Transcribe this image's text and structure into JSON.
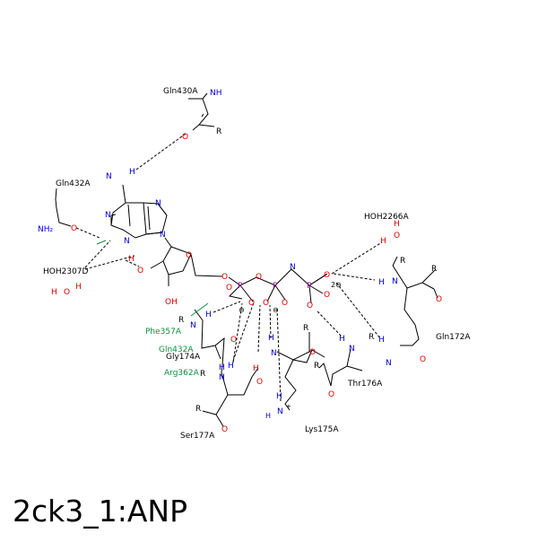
{
  "diagram": {
    "title": "2ck3_1:ANP",
    "colors": {
      "nitrogen": "#0000cc",
      "oxygen": "#dd0000",
      "phosphorus": "#aa00aa",
      "carbon": "#000000",
      "hbond": "#000000",
      "hydrophobic": "#0a8f3c"
    },
    "residue_labels": {
      "gln430a": "Gln430A",
      "gln432a_top": "Gln432A",
      "hoh2266a": "HOH2266A",
      "hoh2307d": "HOH2307D",
      "phe357a": "Phe357A",
      "gln432a_green": "Gln432A",
      "gly174a": "Gly174A",
      "arg362a": "Arg362A",
      "gln172a": "Gln172A",
      "thr176a": "Thr176A",
      "ser177a": "Ser177A",
      "lys175a": "Lys175A"
    },
    "atoms": {
      "nh_gln430": "NH",
      "o_gln430": "O",
      "r_gln430": "R",
      "n_adenine_h": "N",
      "h_adenine": "H",
      "n1": "N",
      "n3": "N",
      "n7": "N",
      "n9": "N",
      "o_gln432": "O",
      "nh2_gln432": "NH₂",
      "o_ribose2": "O",
      "h_ribose2": "H",
      "oh_ribose3": "OH",
      "o_ring": "O",
      "o5": "O",
      "pa": "P",
      "o_pa_bridge": "O",
      "pb": "P",
      "n_bridge": "N",
      "h_bridge": "H",
      "pg": "P",
      "charge_2minus": "2⊖",
      "o_pg_a": "O",
      "o_pg_b": "O",
      "o_pg_c": "O",
      "o_pa_a": "O",
      "o_pa_b": "O",
      "minus_a": "⊖",
      "o_pb_a": "O",
      "o_pb_b": "O",
      "minus_b": "⊖",
      "o_hoh2307": "O",
      "h_hoh2307_a": "H",
      "h_hoh2307_b": "H",
      "o_hoh2266": "O",
      "h_hoh2266_a": "H",
      "h_hoh2266_b": "H",
      "r_gln172_n": "R",
      "n_gln172": "N",
      "h_gln172": "H",
      "r_gln172_c": "R",
      "o_gln172_c": "O",
      "o_gln172_side": "O",
      "n_gln172_side": "N",
      "h_gln172_side": "H",
      "r_gly": "R",
      "n_gly": "N",
      "h_gly": "H",
      "o_gly": "O",
      "r_ser": "R",
      "n_ser": "N",
      "h_ser": "H",
      "o_ser": "O",
      "r_ser_c": "R",
      "o_ser_oh": "O",
      "h_ser_oh": "H",
      "h_arg": "H",
      "n_lys": "N",
      "h_lys": "H",
      "r_lys": "R",
      "o_lys": "O",
      "h_lys_nz": "H",
      "nh_lys_nz": "N",
      "plus_lys": "+",
      "r_thr_n": "R",
      "n_thr": "N",
      "h_thr": "H",
      "r_thr_c": "R",
      "o_thr": "O"
    }
  }
}
